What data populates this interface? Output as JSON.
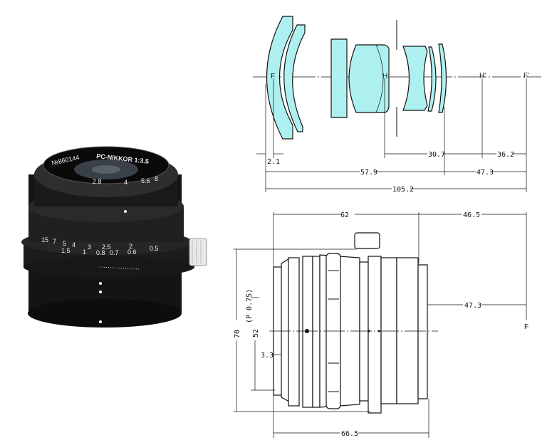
{
  "photo": {
    "logo_text": "PC-NIKKOR 1:3.5",
    "serial": "№860144",
    "aperture_scale": [
      "2.8",
      "4",
      "5.6",
      "8"
    ],
    "distance_scale_ft": [
      "15",
      "7",
      "5",
      "4",
      "3",
      "2.5",
      "2",
      "1.5"
    ],
    "distance_scale_m": [
      "1",
      "0.8",
      "0.7",
      "0.6",
      "0.5"
    ]
  },
  "optical_diagram": {
    "points": {
      "front_focal": "F",
      "principal_front": "H",
      "principal_rear": "H'",
      "rear_focal": "F'"
    },
    "dimensions": {
      "d1": "2.1",
      "d2": "30.7",
      "d3": "36.2",
      "d4": "57.9",
      "d5": "47.3",
      "d6": "105.2"
    }
  },
  "mechanical_diagram": {
    "dimensions": {
      "length_top": "62",
      "flange_top": "46.5",
      "height": "70",
      "filter": "52",
      "filter_pitch": "(P 0.75)",
      "offset": "3.3",
      "flange": "47.3",
      "length_bottom": "66.5"
    },
    "focal_point": "F"
  },
  "colors": {
    "glass": "#aef0f0",
    "line": "#111111"
  }
}
